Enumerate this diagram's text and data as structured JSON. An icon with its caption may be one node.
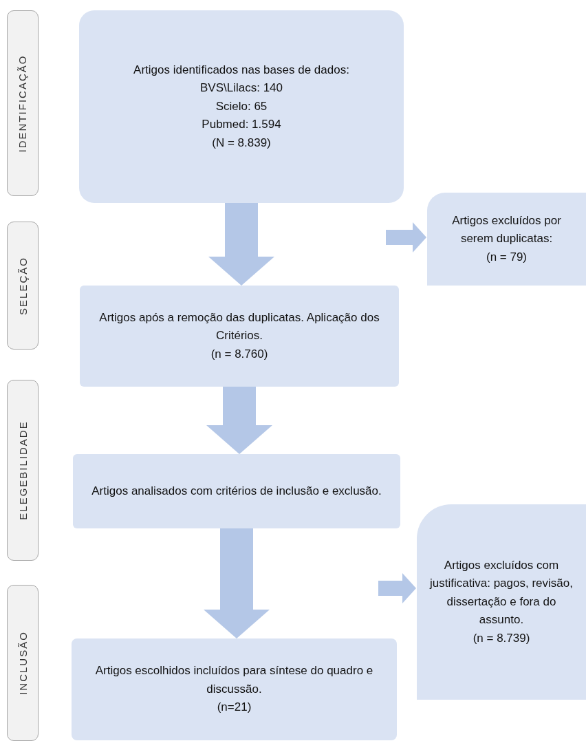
{
  "diagram": {
    "nodes": [
      {
        "text": [
          "IDENTIFICAÇÃO"
        ]
      },
      {
        "text": [
          "Artigos identificados nas bases de dados:",
          "BVS\\Lilacs: 140",
          "Scielo: 65",
          "Pubmed: 1.594",
          "(N = 8.839)"
        ]
      },
      {
        "text": [
          "SELEÇÃO"
        ]
      },
      {
        "text": [
          "Artigos excluídos por serem duplicatas:",
          "(n = 79)"
        ]
      },
      {
        "text": [
          "Artigos após a remoção das duplicatas. Aplicação dos Critérios.",
          "(n = 8.760)"
        ]
      },
      {
        "text": [
          "ELEGEBILIDADE"
        ]
      },
      {
        "text": [
          "Artigos analisados com critérios de inclusão e exclusão."
        ]
      },
      {
        "text": [
          "Artigos excluídos com justificativa: pagos, revisão, dissertação e fora do assunto.",
          "(n = 8.739)"
        ]
      },
      {
        "text": [
          "INCLUSÃO"
        ]
      },
      {
        "text": [
          "Artigos escolhidos incluídos para síntese do quadro e discussão.",
          "(n=21)"
        ]
      }
    ],
    "edges": [
      {
        "from": 1,
        "to": 4,
        "arrow": "to"
      },
      {
        "from": null,
        "to": 3,
        "arrow": "to"
      },
      {
        "from": 4,
        "to": 6,
        "arrow": "to"
      },
      {
        "from": 6,
        "to": 9,
        "arrow": "to"
      },
      {
        "from": null,
        "to": 7,
        "arrow": "to"
      }
    ]
  }
}
